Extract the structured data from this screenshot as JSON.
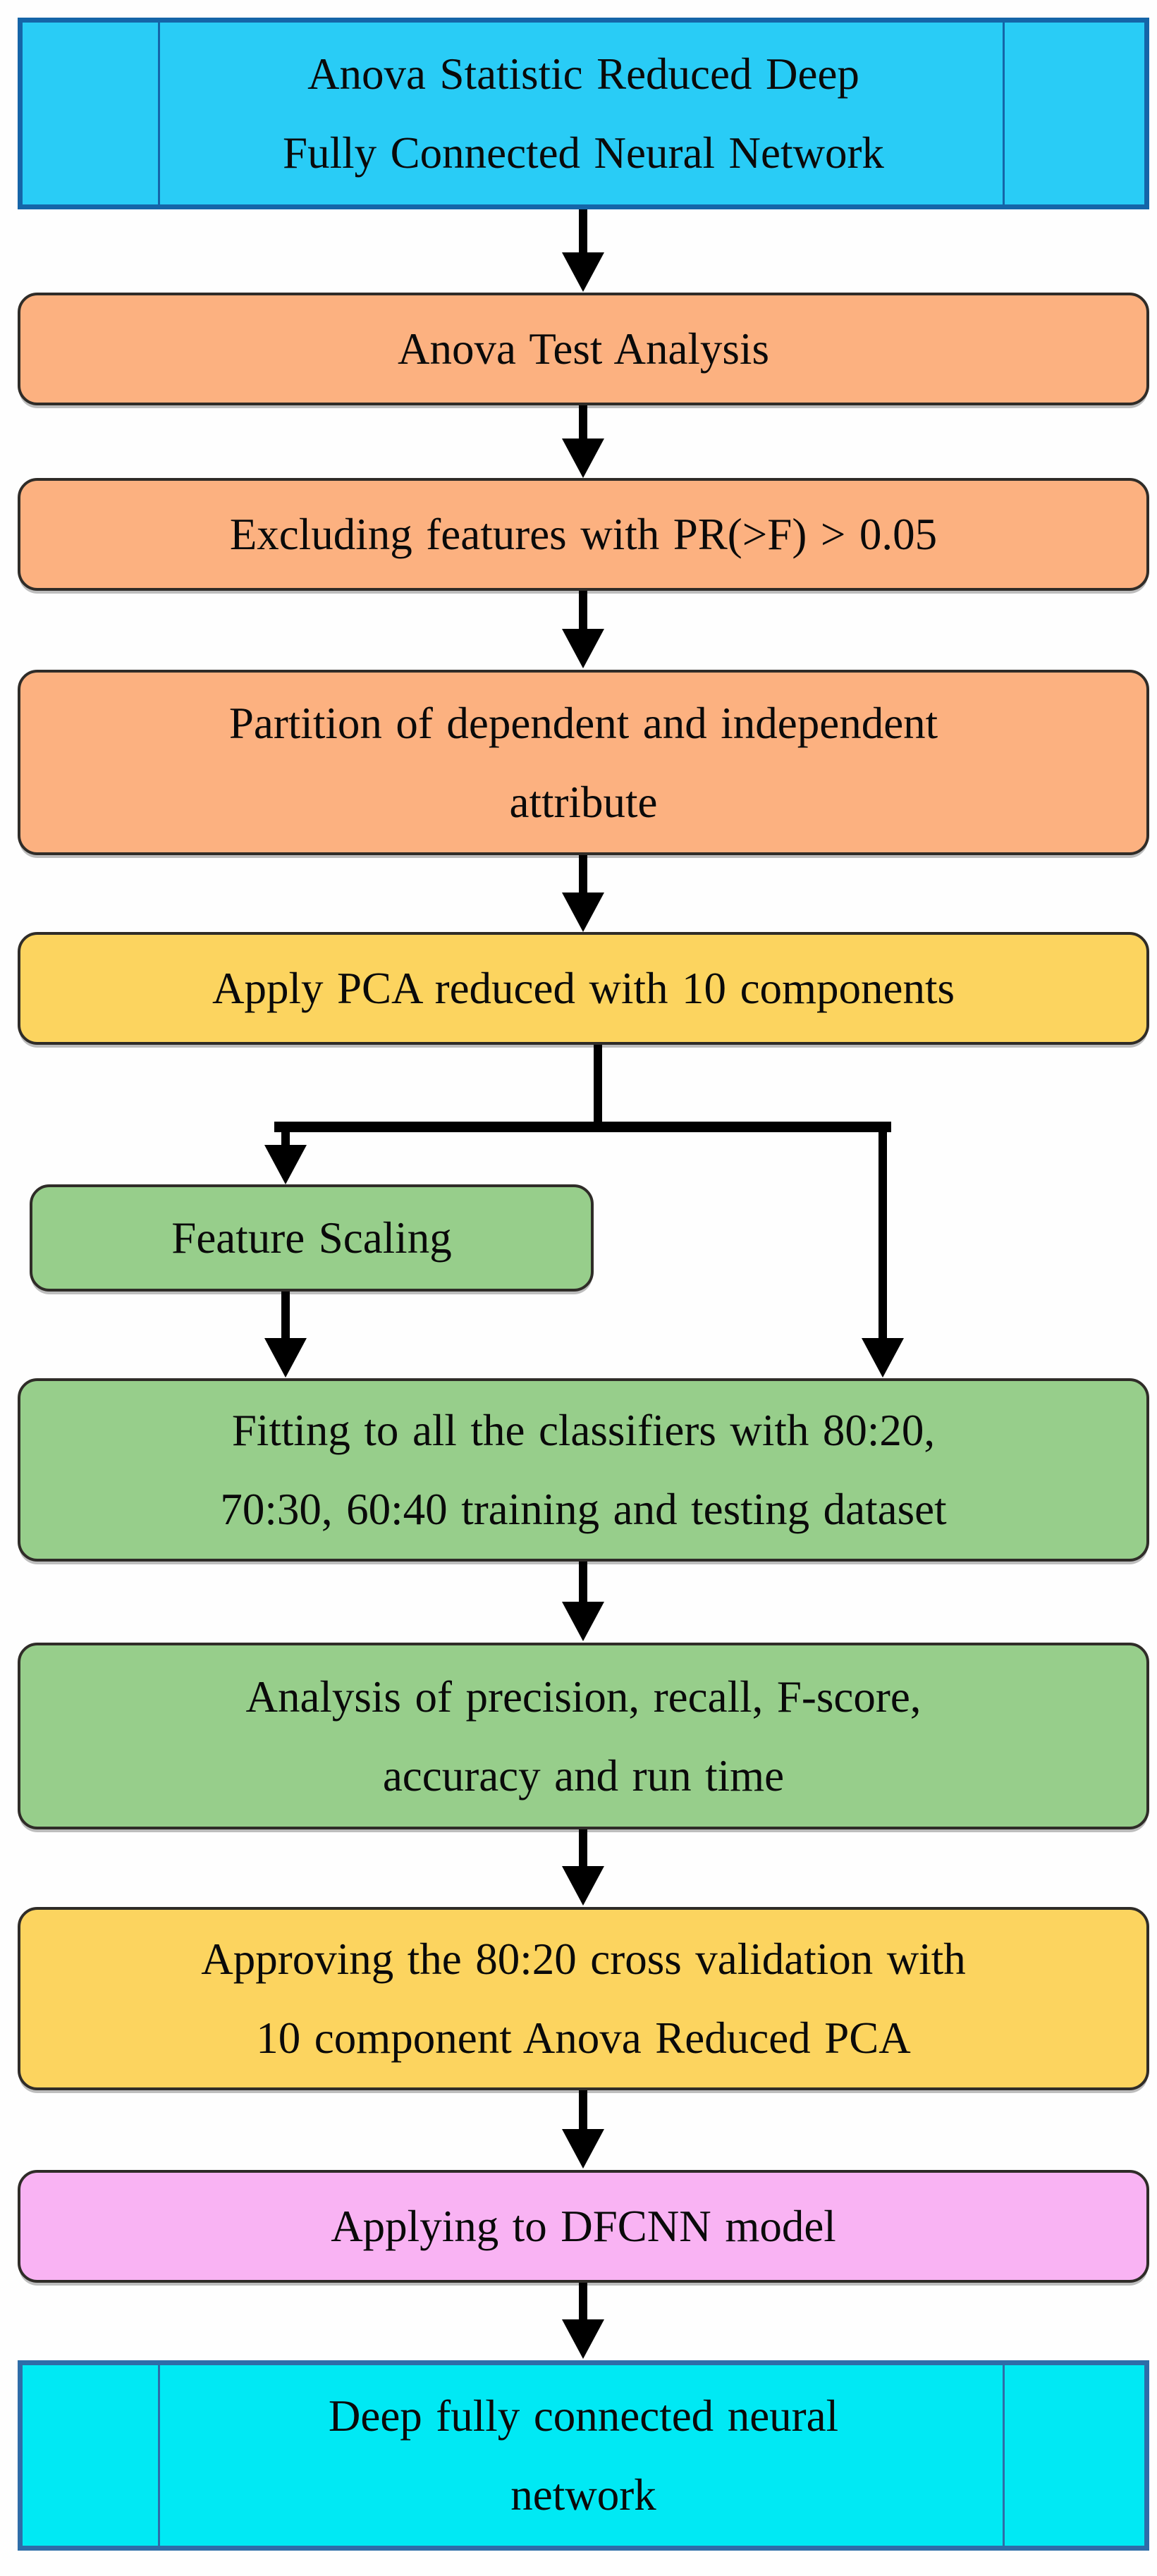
{
  "figure": {
    "type": "flowchart",
    "description": "Workflow of the Anova Statistic Reduced Deep Fully Connected Neural Network"
  },
  "nodes": [
    {
      "id": "start",
      "shape": "predefined-process",
      "fill": "#29ccf6",
      "border": "#1565a8",
      "lines": [
        "Anova Statistic Reduced Deep",
        "Fully Connected Neural Network"
      ]
    },
    {
      "id": "anova_test",
      "shape": "process",
      "fill": "#fcb180",
      "border": "#2f2c28",
      "lines": [
        "Anova Test Analysis"
      ]
    },
    {
      "id": "excluding",
      "shape": "process",
      "fill": "#fcb180",
      "border": "#2f2c28",
      "lines": [
        "Excluding features with PR(>F) > 0.05"
      ]
    },
    {
      "id": "partition",
      "shape": "process",
      "fill": "#fcb180",
      "border": "#2f2c28",
      "lines": [
        "Partition of dependent and independent",
        "attribute"
      ]
    },
    {
      "id": "apply_pca",
      "shape": "process",
      "fill": "#fcd45f",
      "border": "#2f2c28",
      "lines": [
        "Apply PCA reduced with 10 components"
      ]
    },
    {
      "id": "feature_scaling",
      "shape": "process",
      "fill": "#97ce8b",
      "border": "#2f2c28",
      "lines": [
        "Feature Scaling"
      ]
    },
    {
      "id": "fitting",
      "shape": "process",
      "fill": "#97ce8b",
      "border": "#2f2c28",
      "lines": [
        "Fitting to all the classifiers with 80:20,",
        "70:30, 60:40 training and testing dataset"
      ]
    },
    {
      "id": "analysis",
      "shape": "process",
      "fill": "#97ce8b",
      "border": "#2f2c28",
      "lines": [
        "Analysis of precision, recall, F-score,",
        "accuracy and run time"
      ]
    },
    {
      "id": "approving",
      "shape": "process",
      "fill": "#fcd45f",
      "border": "#2f2c28",
      "lines": [
        "Approving the 80:20 cross validation with",
        "10 component Anova Reduced PCA"
      ]
    },
    {
      "id": "dfcnn",
      "shape": "process",
      "fill": "#f9b3f3",
      "border": "#2f2c28",
      "lines": [
        "Applying to DFCNN model"
      ]
    },
    {
      "id": "end",
      "shape": "predefined-process",
      "fill": "#00e9f4",
      "border": "#2e6da8",
      "lines": [
        "Deep fully connected neural",
        "network"
      ]
    }
  ],
  "edges": [
    {
      "from": "start",
      "to": "anova_test"
    },
    {
      "from": "anova_test",
      "to": "excluding"
    },
    {
      "from": "excluding",
      "to": "partition"
    },
    {
      "from": "partition",
      "to": "apply_pca"
    },
    {
      "from": "apply_pca",
      "to": "feature_scaling",
      "via": "left branch"
    },
    {
      "from": "apply_pca",
      "to": "fitting",
      "via": "right branch"
    },
    {
      "from": "feature_scaling",
      "to": "fitting"
    },
    {
      "from": "fitting",
      "to": "analysis"
    },
    {
      "from": "analysis",
      "to": "approving"
    },
    {
      "from": "approving",
      "to": "dfcnn"
    },
    {
      "from": "dfcnn",
      "to": "end"
    }
  ],
  "colors": {
    "start_fill": "#29ccf6",
    "start_border": "#1565a8",
    "end_fill": "#00e9f4",
    "end_border": "#2e6da8",
    "orange_fill": "#fcb180",
    "yellow_fill": "#fcd45f",
    "green_fill": "#97ce8b",
    "pink_fill": "#f9b3f3",
    "process_border": "#2f2c28",
    "arrow": "#000000",
    "text": "#0a0a0a",
    "background": "#fefefe"
  }
}
